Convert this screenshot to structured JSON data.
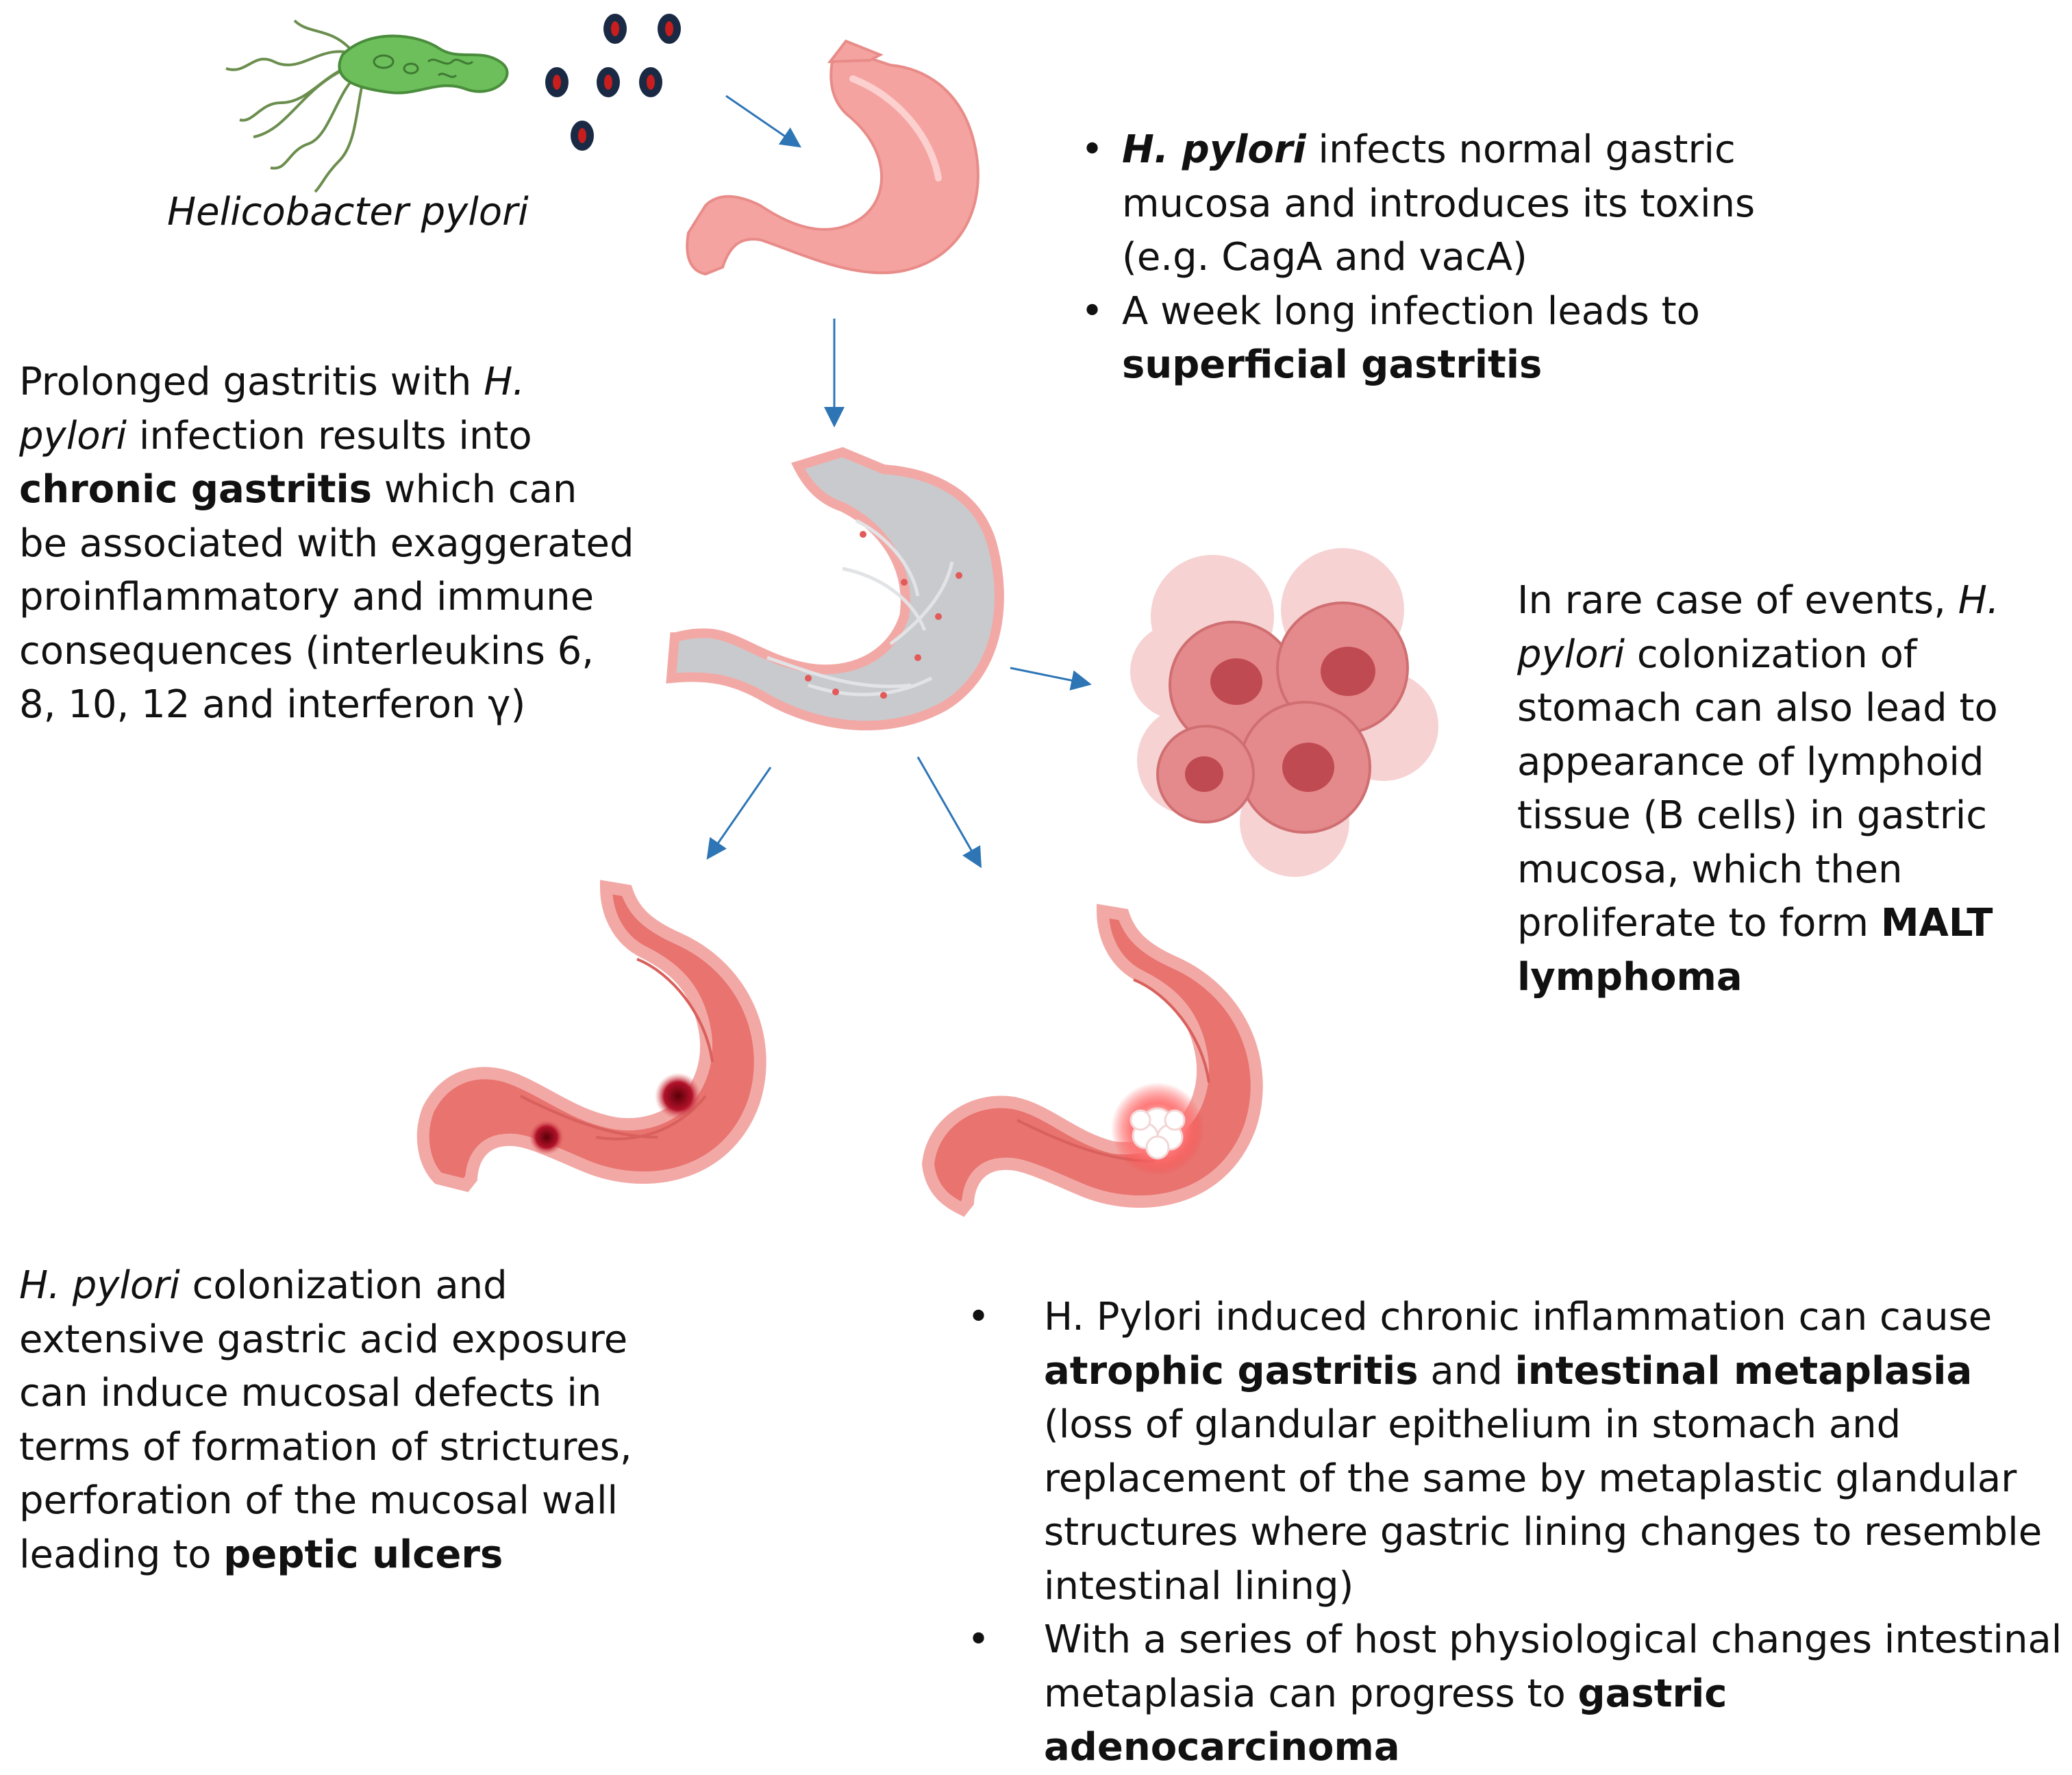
{
  "diagram": {
    "bacterium_label": "Helicobacter pylori",
    "stage1": {
      "bullets": [
        {
          "em": "H. pylori",
          "text": " infects normal gastric mucosa and introduces its toxins (e.g. CagA and vacA)"
        },
        {
          "pre": "A week long infection leads to ",
          "strong": "superficial gastritis"
        }
      ]
    },
    "stage2": {
      "pre": "Prolonged gastritis with ",
      "em": "H. pylori",
      "mid": " infection results into ",
      "strong": "chronic gastritis",
      "post": " which can be associated with exaggerated proinflammatory and immune consequences (interleukins 6, 8, 10, 12 and interferon γ)"
    },
    "malt": {
      "pre": "In rare case of events, ",
      "em": "H. pylori",
      "mid": " colonization of stomach can also lead to appearance of lymphoid tissue (B cells) in gastric mucosa, which then proliferate to form ",
      "strong": "MALT lymphoma"
    },
    "ulcer": {
      "em": "H. pylori",
      "mid": " colonization and extensive gastric acid exposure can induce mucosal defects in terms of formation of strictures, perforation of the mucosal wall leading to ",
      "strong": "peptic ulcers"
    },
    "cancer": {
      "bullets": [
        {
          "pre": "H. Pylori induced chronic inflammation can cause ",
          "s1": "atrophic gastritis",
          "and": " and ",
          "s2": "intestinal metaplasia",
          "post": " (loss of glandular epithelium in stomach and replacement of the same by metaplastic glandular structures where gastric lining changes to resemble intestinal lining)"
        },
        {
          "pre": "With a series of host physiological changes intestinal metaplasia can progress to ",
          "strong": "gastric adenocarcinoma"
        }
      ]
    },
    "colors": {
      "arrow": "#2e75b6",
      "stomach_normal": "#f5a3a0",
      "stomach_inflamed": "#e8736f",
      "bacterium": "#6cbf5a",
      "toxin": "#c81e1e",
      "toxin_ring": "#1b2a44",
      "lymphoma_cell": "#e58a8c",
      "gray_mucosa": "#c9cacd"
    }
  }
}
